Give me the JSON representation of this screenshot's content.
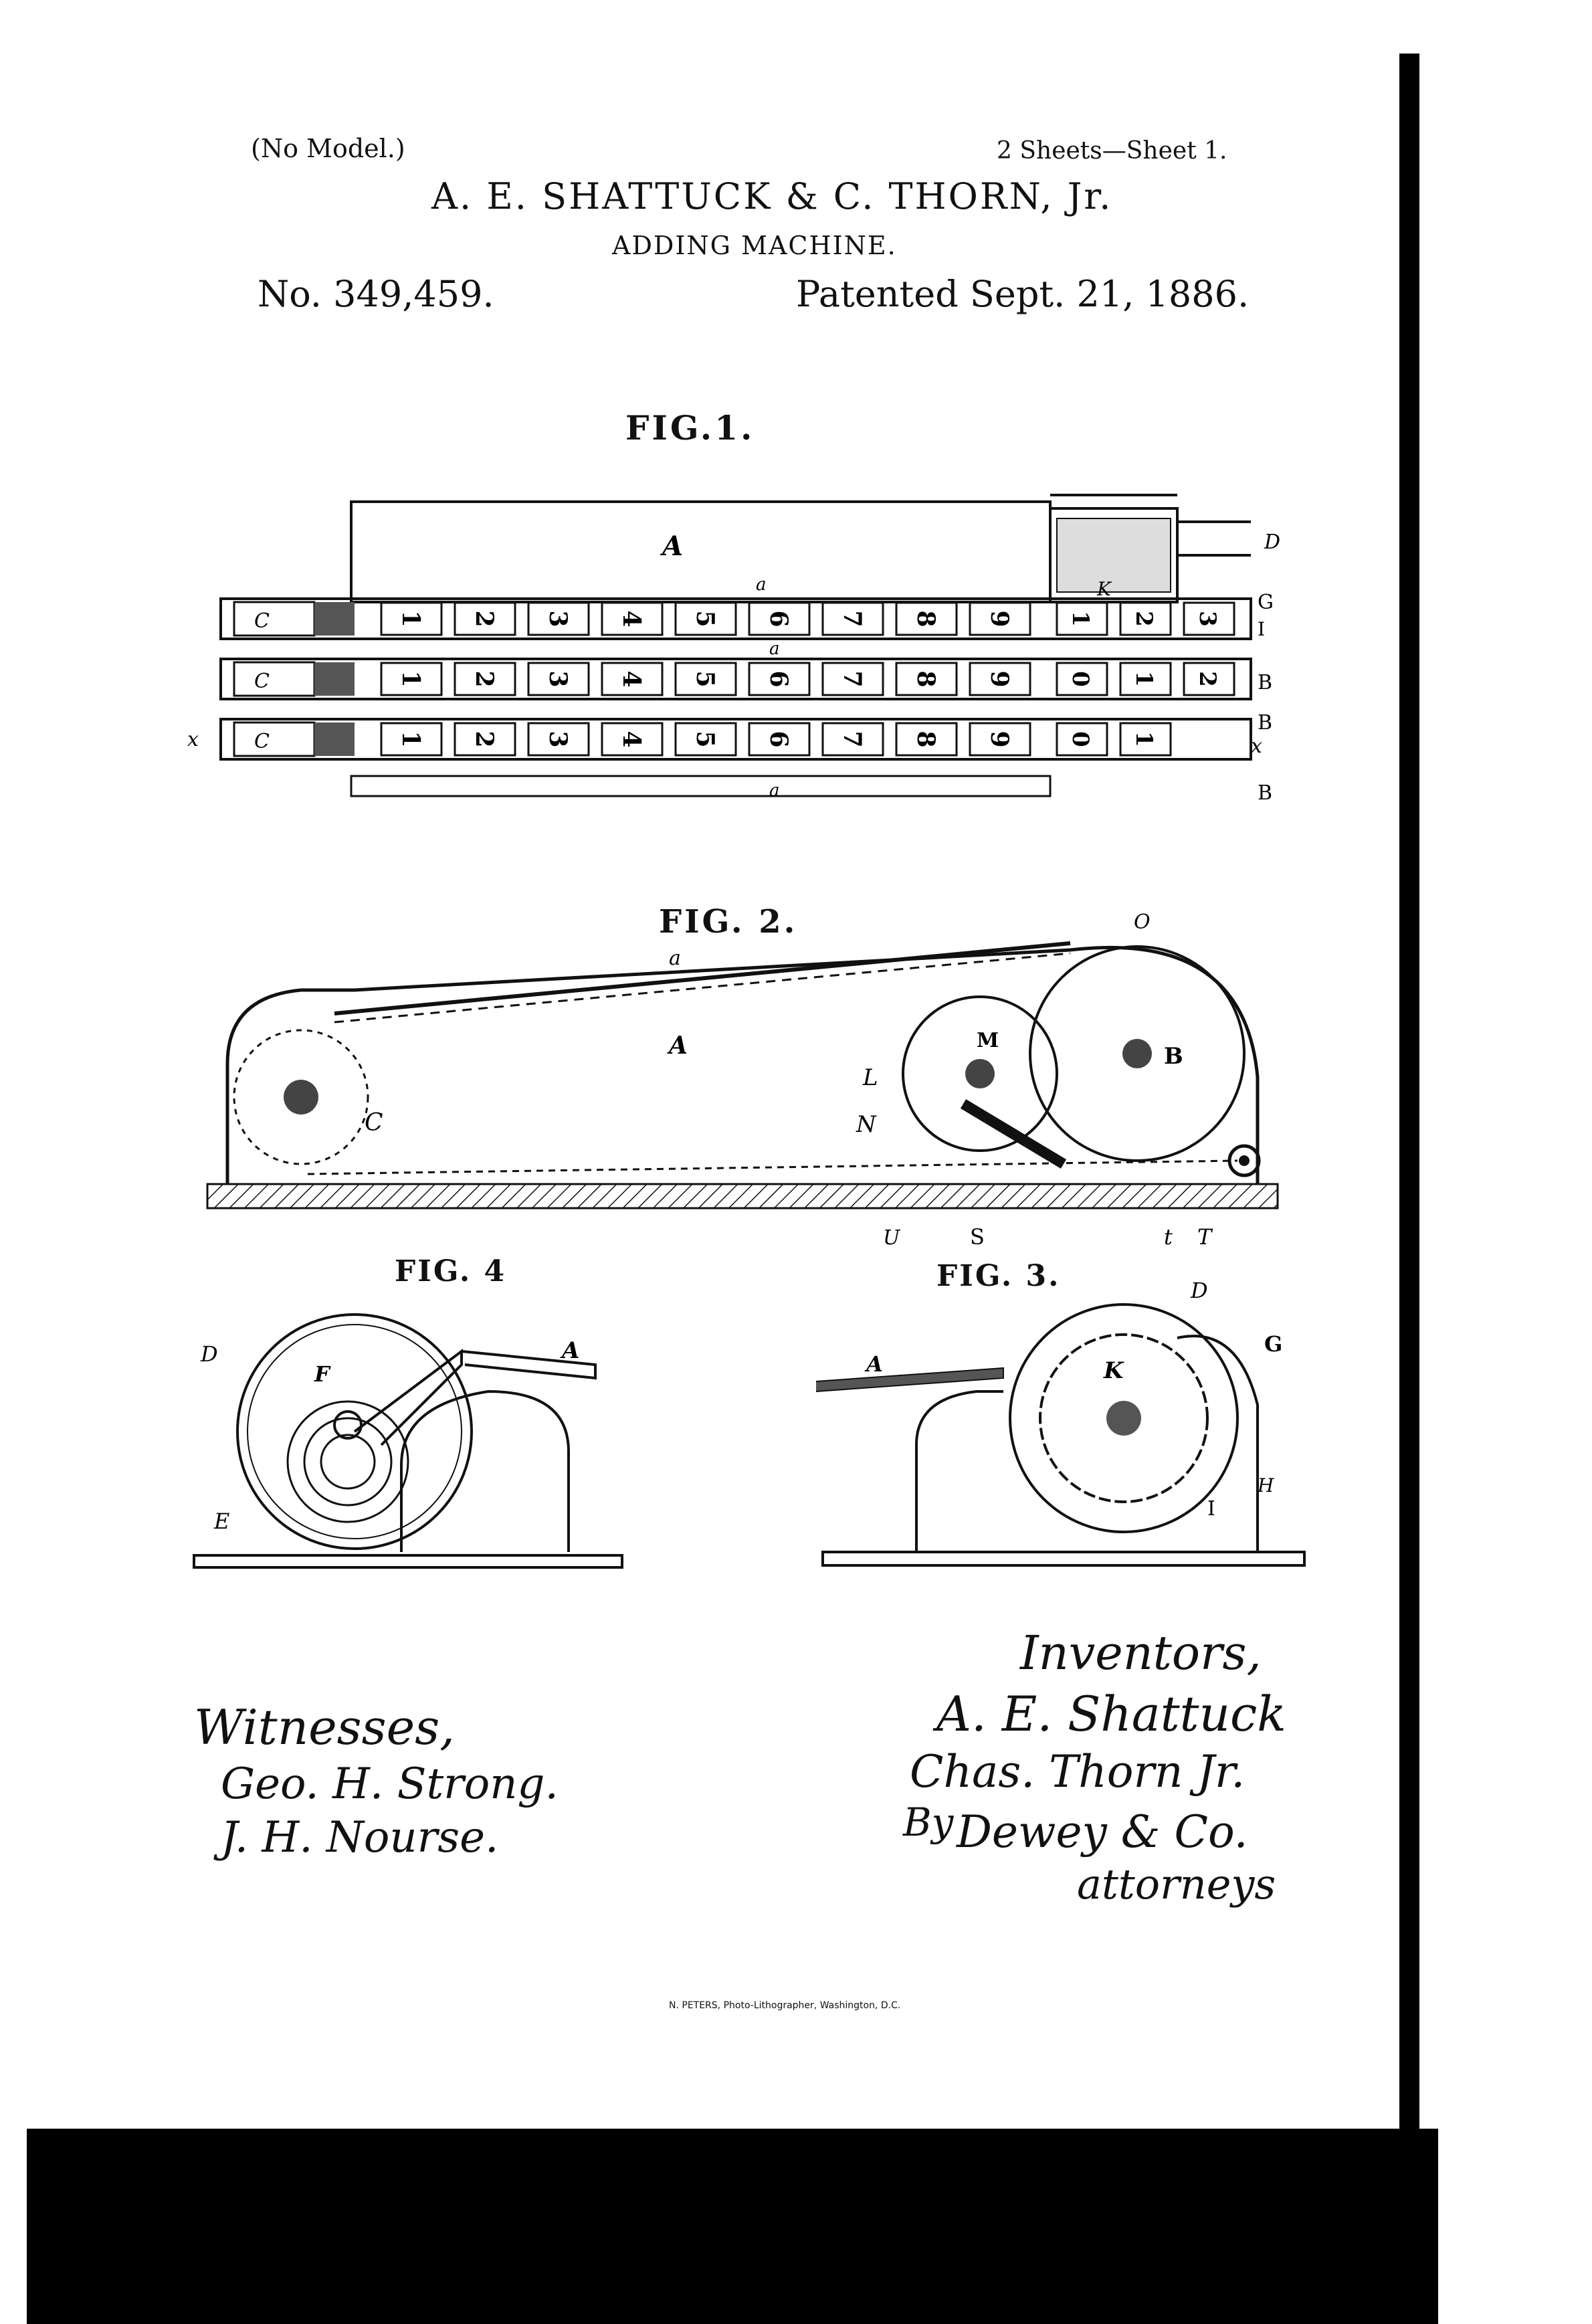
{
  "header": {
    "model": "(No Model.)",
    "sheets": "2 Sheets—Sheet 1.",
    "inventors": "A. E. SHATTUCK & C. THORN, Jr.",
    "title": "ADDING MACHINE.",
    "patent_no": "No. 349,459.",
    "date": "Patented Sept. 21, 1886."
  },
  "figures": {
    "fig1": {
      "title": "FIG.1.",
      "labels": [
        "A",
        "a",
        "a",
        "a",
        "C",
        "C",
        "C",
        "D",
        "K",
        "G",
        "I",
        "B",
        "B",
        "B",
        "x",
        "x"
      ],
      "digits": [
        "1",
        "2",
        "3",
        "4",
        "5",
        "6",
        "7",
        "8",
        "9"
      ],
      "wheel_row1": [
        "1",
        "2",
        "3"
      ],
      "wheel_row2": [
        "0",
        "1",
        "2"
      ],
      "wheel_row3": [
        "0",
        "1"
      ]
    },
    "fig2": {
      "title": "FIG. 2.",
      "labels": [
        "a",
        "A",
        "C",
        "M",
        "L",
        "N",
        "B",
        "O",
        "U",
        "S",
        "t",
        "T"
      ]
    },
    "fig3": {
      "title": "FIG. 3.",
      "labels": [
        "D",
        "A",
        "K",
        "G",
        "I",
        "H"
      ]
    },
    "fig4": {
      "title": "FIG. 4",
      "labels": [
        "D",
        "F",
        "E",
        "A"
      ]
    }
  },
  "signatures": {
    "witnesses_label": "Witnesses,",
    "witness1": "Geo. H. Strong.",
    "witness2": "J. H. Nourse.",
    "inventors_label": "Inventors,",
    "inventor1": "A. E. Shattuck",
    "inventor2": "Chas. Thorn Jr.",
    "by": "By",
    "attorney": "Dewey & Co.",
    "attorneys_label": "attorneys"
  },
  "footer": {
    "printer": "N. PETERS, Photo-Lithographer, Washington, D.C."
  }
}
